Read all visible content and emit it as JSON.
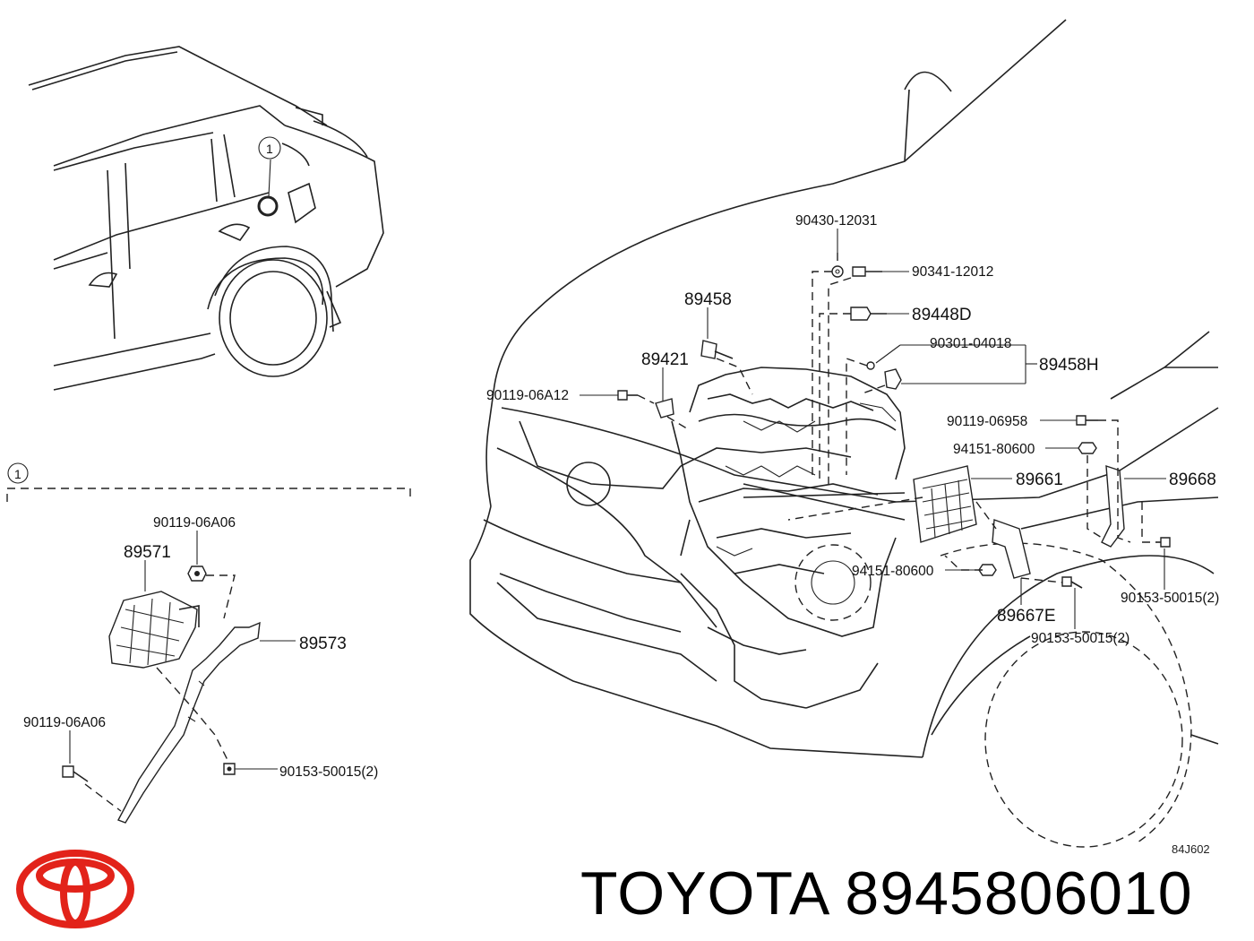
{
  "diagram": {
    "inset_marker": "1",
    "diagram_code": "84J602",
    "labels": {
      "p90430_12031": "90430-12031",
      "p90341_12012": "90341-12012",
      "p89458": "89458",
      "p89448D": "89448D",
      "p90301_04018": "90301-04018",
      "p89458H": "89458H",
      "p89421": "89421",
      "p90119_06A12": "90119-06A12",
      "p90119_06958": "90119-06958",
      "p94151_80600_a": "94151-80600",
      "p89661": "89661",
      "p89668": "89668",
      "p94151_80600_b": "94151-80600",
      "p90153_50015_a": "90153-50015(2)",
      "p89667E": "89667E",
      "p90153_50015_b": "90153-50015(2)",
      "p90119_06A06_a": "90119-06A06",
      "p89571": "89571",
      "p89573": "89573",
      "p90119_06A06_b": "90119-06A06",
      "p90153_50015_c": "90153-50015(2)"
    }
  },
  "footer": {
    "brand_logo": "toyota-logo",
    "caption": "TOYOTA 8945806010",
    "logo_color": "#e2231a"
  }
}
